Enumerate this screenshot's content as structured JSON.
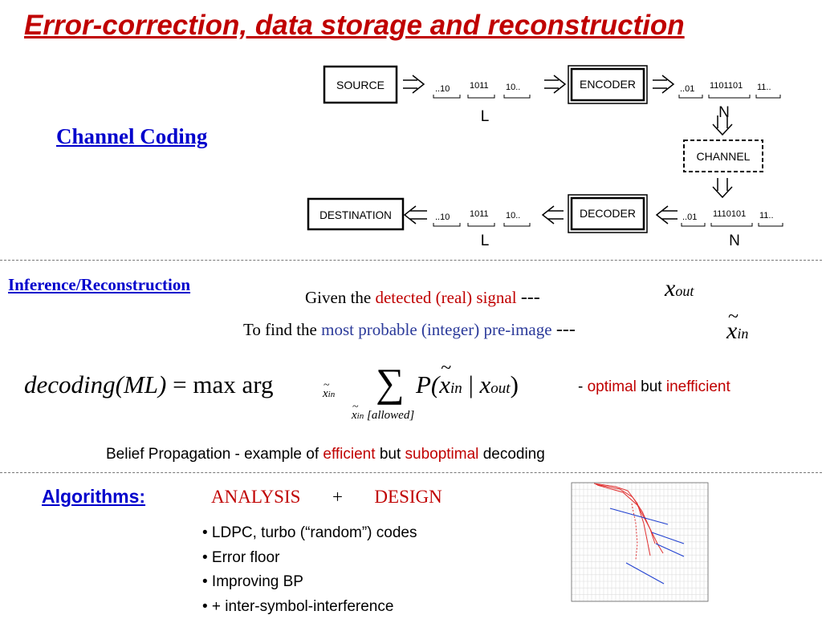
{
  "title": "Error-correction, data storage and reconstruction",
  "channel_coding": "Channel Coding",
  "diagram": {
    "source": "SOURCE",
    "encoder": "ENCODER",
    "channel": "CHANNEL",
    "decoder": "DECODER",
    "destination": "DESTINATION",
    "bits_in_1": "..10",
    "bits_in_2": "1011",
    "bits_in_3": "10..",
    "bits_enc_1": "..01",
    "bits_enc_2": "1101101",
    "bits_enc_3": "11..",
    "bits_rx_1": "..01",
    "bits_rx_2": "1110101",
    "bits_rx_3": "11..",
    "bits_out_1": "..10",
    "bits_out_2": "1011",
    "bits_out_3": "10..",
    "label_L": "L",
    "label_N": "N"
  },
  "inference": {
    "heading": "Inference/Reconstruction",
    "given_prefix": "Given the",
    "given_highlight": "detected (real) signal",
    "find_prefix": "To find the",
    "find_highlight": "most probable (integer) pre-image",
    "dashes": "---",
    "x_var": "x",
    "sub_out": "out",
    "sub_in": "in"
  },
  "equation": {
    "lhs": "decoding(ML)",
    "equals": "=",
    "max_arg": "max arg",
    "sum_symbol": "∑",
    "sum_sub": "[allowed]",
    "p_term": "P(",
    "bar": "|",
    "close": ")"
  },
  "optimal_note": {
    "dash": "-",
    "optimal": "optimal",
    "but": "but",
    "inefficient": "inefficient"
  },
  "belief": {
    "prefix": "Belief Propagation  -  example of",
    "efficient": "efficient",
    "but": "but",
    "suboptimal": "suboptimal",
    "suffix": "decoding"
  },
  "algorithms": {
    "heading": "Algorithms:",
    "analysis": "ANALYSIS",
    "plus": "+",
    "design": "DESIGN",
    "bullets": [
      "• LDPC,  turbo (“random”) codes",
      "• Error floor",
      "• Improving BP",
      "• + inter-symbol-interference"
    ]
  },
  "colors": {
    "accent_red": "#c00000",
    "link_blue": "#0000cc",
    "highlight_blue": "#2b3a9a"
  }
}
